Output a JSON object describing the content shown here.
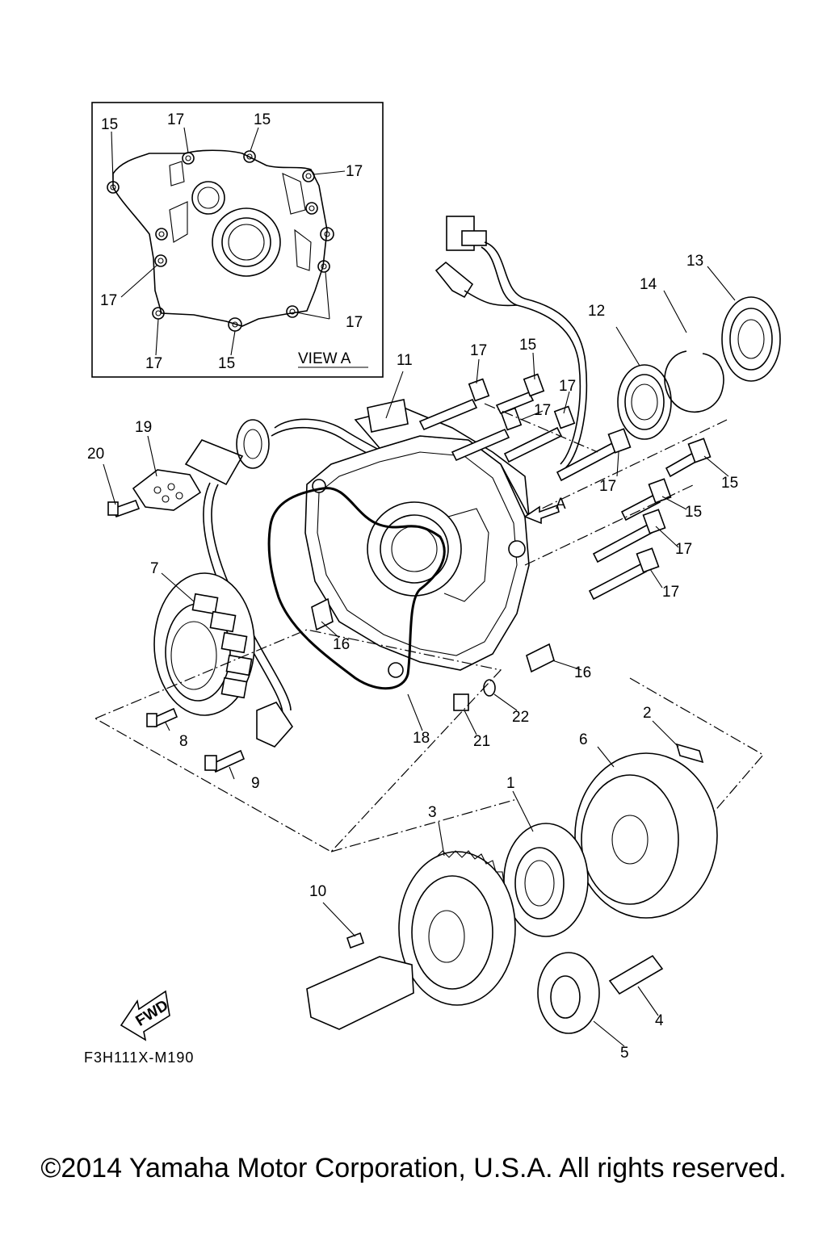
{
  "view_box": {
    "title": "VIEW A",
    "labels": [
      "15",
      "17",
      "15",
      "17",
      "17",
      "17",
      "17",
      "15"
    ]
  },
  "direction": {
    "arrow_label": "A",
    "fwd_label": "FWD"
  },
  "callouts": {
    "p1": "1",
    "p2": "2",
    "p3": "3",
    "p4": "4",
    "p5": "5",
    "p6": "6",
    "p7": "7",
    "p8": "8",
    "p9": "9",
    "p10": "10",
    "p11": "11",
    "p12": "12",
    "p13": "13",
    "p14": "14",
    "p15a": "15",
    "p15b": "15",
    "p15c": "15",
    "p16a": "16",
    "p16b": "16",
    "p17a": "17",
    "p17b": "17",
    "p17c": "17",
    "p17d": "17",
    "p17e": "17",
    "p17f": "17",
    "p18": "18",
    "p19": "19",
    "p20": "20",
    "p21": "21",
    "p22": "22"
  },
  "figure_code": "F3H111X-M190",
  "copyright": "©2014 Yamaha Motor Corporation, U.S.A. All rights reserved."
}
